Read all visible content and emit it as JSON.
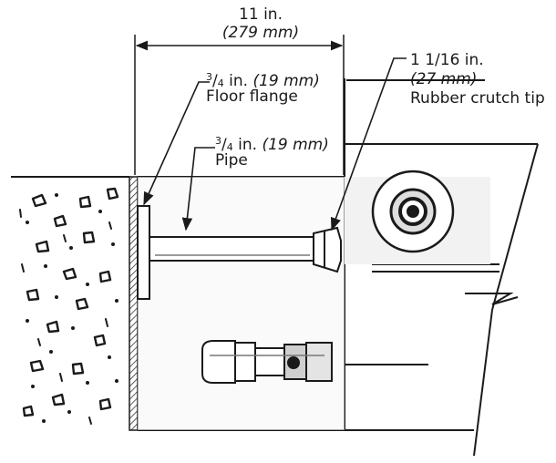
{
  "overall": {
    "length_in": "11 in.",
    "length_mm": "(279 mm)"
  },
  "floor_flange": {
    "size_num": "3",
    "size_den": "4",
    "size_unit": " in. ",
    "size_mm": "(19 mm)",
    "name": "Floor flange"
  },
  "pipe": {
    "size_num": "3",
    "size_den": "4",
    "size_unit": " in. ",
    "size_mm": "(19 mm)",
    "name": "Pipe"
  },
  "crutch_tip": {
    "size_in": "1 1/16 in.",
    "size_mm": "(27 mm)",
    "name": "Rubber crutch tip"
  },
  "colors": {
    "ink": "#1a1a1a",
    "paper": "#ffffff"
  }
}
